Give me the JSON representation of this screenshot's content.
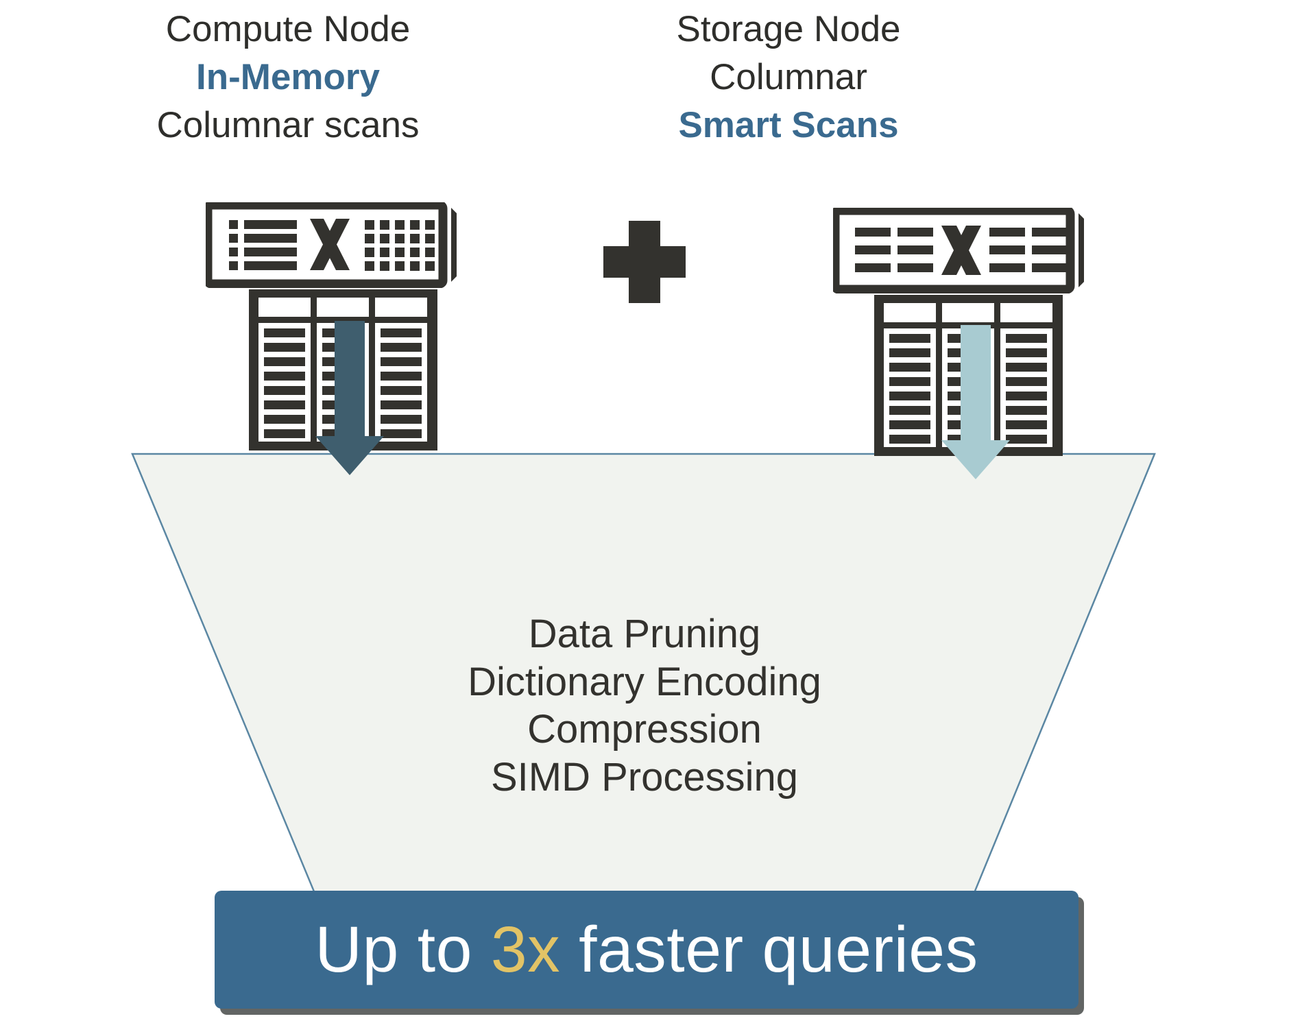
{
  "diagram": {
    "title_implied": "Columnar scans and smart scans feeding a data reduction funnel",
    "background": "#ffffff"
  },
  "colors": {
    "text_dark": "#33322e",
    "accent_blue": "#3a6a8f",
    "arrow_dark": "#3f5e6e",
    "arrow_light": "#a8cbd1",
    "funnel_fill": "#f1f3ef",
    "funnel_stroke": "#5b87a3",
    "banner_bg": "#3a6a8f",
    "banner_shadow": "#5a5d5c",
    "banner_text": "#ffffff",
    "banner_highlight": "#e2c366",
    "icon_dark": "#33322e"
  },
  "compute_node": {
    "lines": [
      {
        "text": "Compute Node",
        "accent": false
      },
      {
        "text": "In-Memory",
        "accent": true
      },
      {
        "text": "Columnar scans",
        "accent": false
      }
    ],
    "scanbar_icon": "table-row-scan-icon",
    "columns_icon": "data-columns-icon",
    "arrow_icon": "down-arrow-dark-icon",
    "arrow_color": "#3f5e6e"
  },
  "storage_node": {
    "lines": [
      {
        "text": "Storage Node",
        "accent": false
      },
      {
        "text": "Columnar",
        "accent": false
      },
      {
        "text": "Smart Scans",
        "accent": true
      }
    ],
    "scanbar_icon": "table-block-scan-icon",
    "columns_icon": "data-columns-icon",
    "arrow_icon": "down-arrow-light-icon",
    "arrow_color": "#a8cbd1"
  },
  "combiner": {
    "symbol": "plus-icon",
    "label": "+"
  },
  "funnel": {
    "fill": "#f1f3ef",
    "stroke": "#5b87a3",
    "lines": [
      "Data Pruning",
      "Dictionary Encoding",
      "Compression",
      "SIMD Processing"
    ]
  },
  "result_banner": {
    "prefix": "Up to ",
    "highlight": "3x",
    "suffix": " faster queries",
    "full_text": "Up to 3x faster queries"
  }
}
